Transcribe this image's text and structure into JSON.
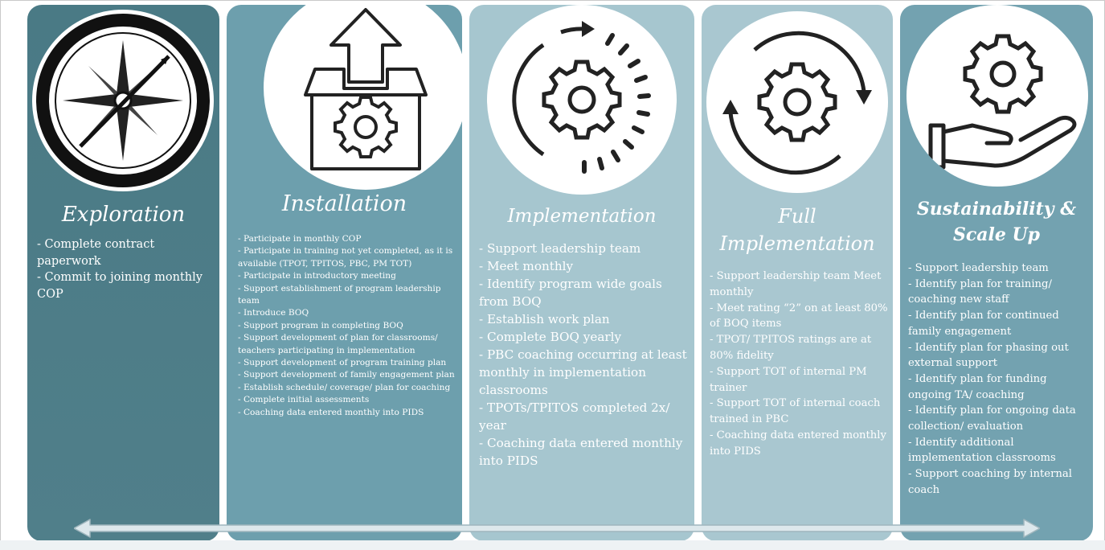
{
  "columns": [
    {
      "title": "Exploration",
      "icon": "compass-icon",
      "items": [
        "- Complete contract paperwork",
        "- Commit to joining monthly COP"
      ]
    },
    {
      "title": "Installation",
      "icon": "box-upload-gear-icon",
      "items": [
        "- Participate in monthly COP",
        "- Participate in training not yet completed, as it is available (TPOT, TPITOS, PBC, PM TOT)",
        "- Participate in introductory meeting",
        "- Support establishment of program leadership team",
        "- Introduce BOQ",
        "- Support program in completing BOQ",
        "- Support development of plan for classrooms/ teachers participating in implementation",
        "- Support development of program training plan",
        "- Support development of family engagement plan",
        "- Establish schedule/ coverage/ plan for coaching",
        "- Complete initial assessments",
        "- Coaching data entered monthly into PIDS"
      ]
    },
    {
      "title": "Implementation",
      "icon": "gear-progress-icon",
      "items": [
        "- Support leadership team",
        "- Meet monthly",
        "- Identify program wide goals from BOQ",
        "- Establish work plan",
        "- Complete BOQ yearly",
        "- PBC coaching occurring at least monthly in implementation classrooms",
        "- TPOTs/TPITOS completed 2x/ year",
        "- Coaching data entered monthly into PIDS"
      ]
    },
    {
      "title_line1": "Full",
      "title_line2": "Implementation",
      "icon": "gear-cycle-icon",
      "items": [
        "- Support leadership team Meet monthly",
        "- Meet rating “2” on at least 80% of BOQ items",
        "- TPOT/ TPITOS ratings are at 80% fidelity",
        "- Support TOT of internal PM trainer",
        "- Support TOT of internal coach trained in PBC",
        "- Coaching data entered monthly into PIDS"
      ]
    },
    {
      "title_line1": "Sustainability &",
      "title_line2": "Scale Up",
      "icon": "gear-hand-icon",
      "items": [
        "- Support leadership team",
        "- Identify plan for training/ coaching new staff",
        "- Identify plan for continued family engagement",
        "- Identify plan for phasing out external support",
        "- Identify plan for funding ongoing TA/ coaching",
        "- Identify plan for ongoing data collection/ evaluation",
        "- Identify additional implementation classrooms",
        "- Support coaching by internal coach"
      ]
    }
  ],
  "colors": {
    "exploration": "#4a7a85",
    "installation": "#6d9fad",
    "implementation": "#a6c6cf",
    "full_implementation": "#a9c7d0",
    "sustainability": "#73a2b0",
    "arrow": "#d9e5ea"
  }
}
